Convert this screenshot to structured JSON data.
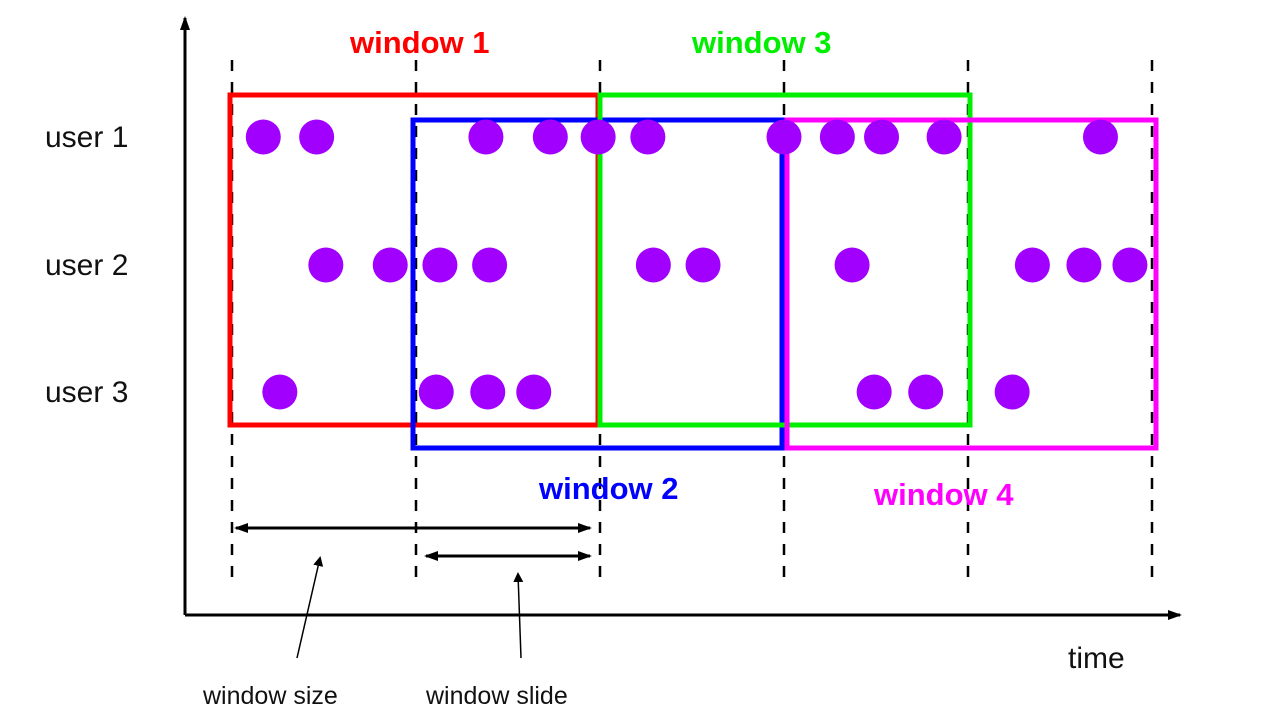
{
  "axis": {
    "x_label": "time"
  },
  "users": [
    {
      "label": "user 1",
      "events": [
        0.17,
        0.46,
        1.38,
        1.73,
        1.99,
        2.26,
        3.0,
        3.29,
        3.53,
        3.87,
        4.72
      ]
    },
    {
      "label": "user 2",
      "events": [
        0.51,
        0.86,
        1.13,
        1.4,
        2.29,
        2.56,
        3.37,
        4.35,
        4.63,
        4.88
      ]
    },
    {
      "label": "user 3",
      "events": [
        0.26,
        1.11,
        1.39,
        1.64,
        3.49,
        3.77,
        4.24
      ]
    }
  ],
  "dot_color": "#a100ff",
  "boundaries": [
    0,
    1,
    2,
    3,
    4,
    5
  ],
  "windows": [
    {
      "label": "window 1",
      "start": 0,
      "end": 2,
      "color": "#ff0000"
    },
    {
      "label": "window 2",
      "start": 1,
      "end": 3,
      "color": "#0000ff"
    },
    {
      "label": "window 3",
      "start": 2,
      "end": 4,
      "color": "#00ee00"
    },
    {
      "label": "window 4",
      "start": 3,
      "end": 5,
      "color": "#ff00ff"
    }
  ],
  "annotations": {
    "window_size": "window size",
    "window_slide": "window slide"
  }
}
